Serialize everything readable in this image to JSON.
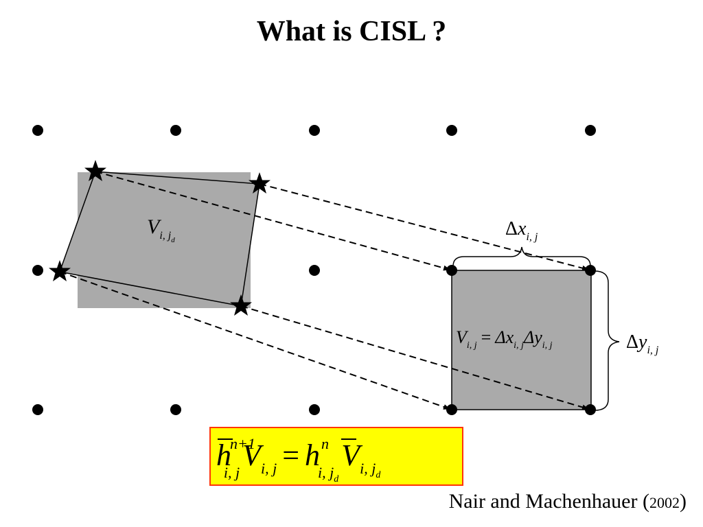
{
  "slide": {
    "title": "What is CISL ?"
  },
  "labels": {
    "departure_volume": {
      "base": "V",
      "sub": "i, j",
      "subsub": "d"
    },
    "dx_label": {
      "delta": "Δ",
      "var": "x",
      "sub": "i, j"
    },
    "dy_label": {
      "delta": "Δ",
      "var": "y",
      "sub": "i, j"
    },
    "arrival_volume_eq": {
      "lhs_base": "V",
      "lhs_sub": "i, j",
      "equals": "=",
      "rhs_dx": "Δx",
      "rhs_dx_sub": "i, j",
      "rhs_dy": "Δy",
      "rhs_dy_sub": "i, j"
    }
  },
  "formula": {
    "lhs_h": "h",
    "lhs_sup": "n+1",
    "lhs_sub": "i, j",
    "lhs_V": "V",
    "lhs_V_sub": "i, j",
    "equals": "=",
    "rhs_h": "h",
    "rhs_sup": "n",
    "rhs_sub": "i, j",
    "rhs_sub_d": "d",
    "rhs_V": "V",
    "rhs_V_sub": "i, j",
    "rhs_V_sub_d": "d"
  },
  "citation": {
    "authors": "Nair and Machenhauer",
    "year_open": "(",
    "year": "2002",
    "year_close": ")"
  },
  "colors": {
    "cell_fill": "#aaaaaa",
    "formula_background": "#ffff00",
    "formula_border": "#ff3300",
    "ink": "#000000"
  }
}
